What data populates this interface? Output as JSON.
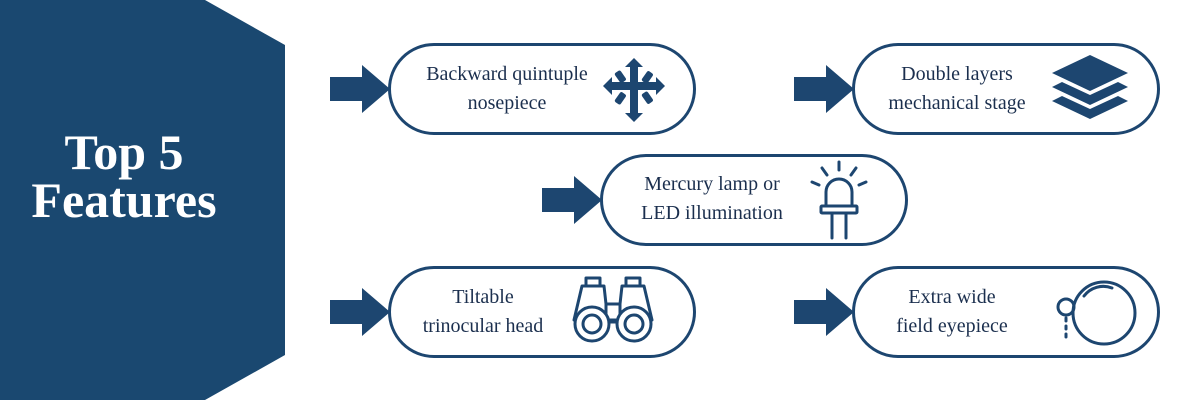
{
  "banner": {
    "title_line1": "Top 5",
    "title_line2": "Features",
    "color": "#1a4870"
  },
  "accent_color": "#1d4670",
  "features": [
    {
      "line1": "Backward quintuple",
      "line2": "nosepiece",
      "icon": "nosepiece-icon"
    },
    {
      "line1": "Double layers",
      "line2": "mechanical stage",
      "icon": "layers-icon"
    },
    {
      "line1": "Mercury lamp or",
      "line2": "LED illumination",
      "icon": "led-lamp-icon"
    },
    {
      "line1": "Tiltable",
      "line2": "trinocular head",
      "icon": "binoculars-icon"
    },
    {
      "line1": "Extra wide",
      "line2": "field eyepiece",
      "icon": "eyepiece-icon"
    }
  ]
}
